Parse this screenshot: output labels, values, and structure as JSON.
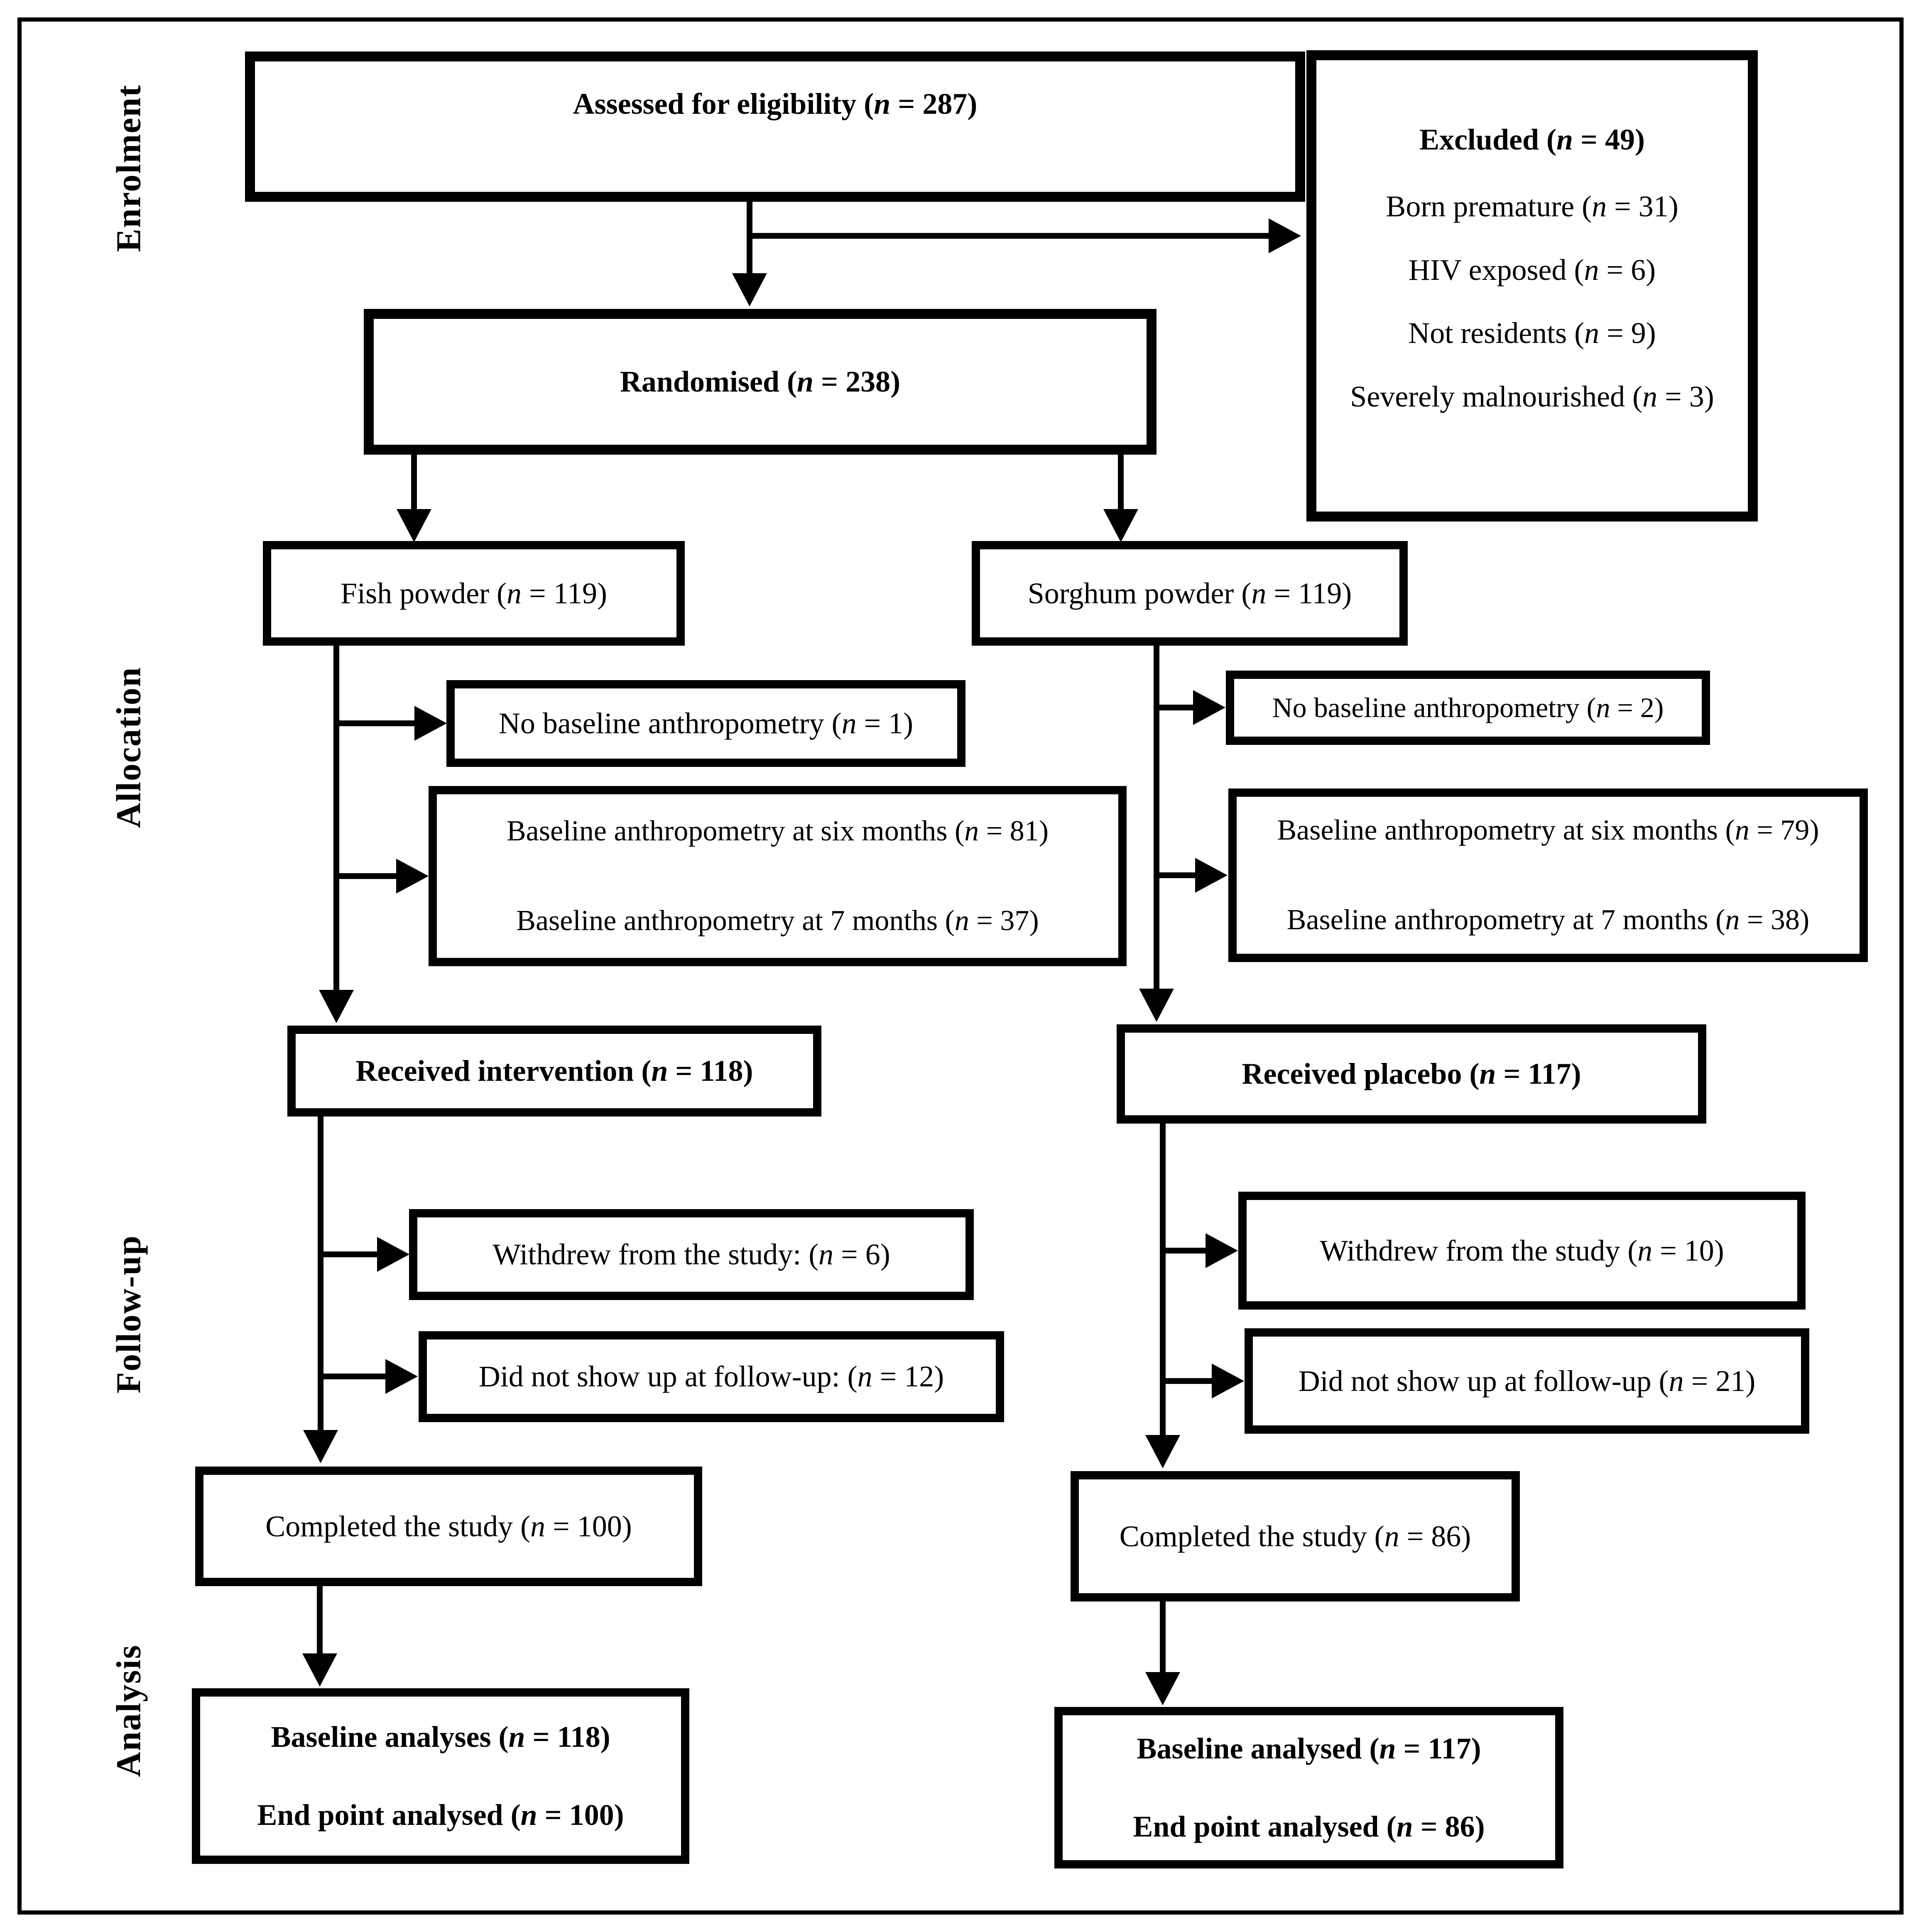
{
  "side_labels": {
    "enrolment": "Enrolment",
    "allocation": "Allocation",
    "followup": "Follow-up",
    "analysis": "Analysis"
  },
  "boxes": {
    "assessed": {
      "text": "Assessed for eligibility (n = 287)"
    },
    "excluded": {
      "title": "Excluded (n = 49)",
      "items": [
        "Born premature (n = 31)",
        "HIV exposed (n = 6)",
        "Not residents (n = 9)",
        "Severely malnourished (n = 3)"
      ]
    },
    "randomised": {
      "text": "Randomised (n = 238)"
    },
    "fish": {
      "text": "Fish powder (n = 119)"
    },
    "sorghum": {
      "text": "Sorghum powder (n = 119)"
    },
    "no_baseline_fish": {
      "text": "No baseline anthropometry (n = 1)"
    },
    "baseline_fish": {
      "line1": "Baseline anthropometry at six months (n = 81)",
      "line2": "Baseline anthropometry at 7 months (n = 37)"
    },
    "no_baseline_sorghum": {
      "text": "No baseline anthropometry (n = 2)"
    },
    "baseline_sorghum": {
      "line1": "Baseline anthropometry at six months (n = 79)",
      "line2": "Baseline anthropometry at 7 months (n = 38)"
    },
    "received_intervention": {
      "text": "Received intervention (n = 118)"
    },
    "received_placebo": {
      "text": "Received placebo (n = 117)"
    },
    "withdrew_fish": {
      "text": "Withdrew from the study: (n = 6)"
    },
    "withdrew_sorghum": {
      "text": "Withdrew from the study (n = 10)"
    },
    "no_show_fish": {
      "text": "Did not show up at follow-up: (n = 12)"
    },
    "no_show_sorghum": {
      "text": "Did not show up at follow-up (n = 21)"
    },
    "completed_fish": {
      "text": "Completed the study (n = 100)"
    },
    "completed_sorghum": {
      "text": "Completed the study (n = 86)"
    },
    "analysis_fish": {
      "line1": "Baseline analyses (n = 118)",
      "line2": "End point analysed (n = 100)"
    },
    "analysis_sorghum": {
      "line1": "Baseline analysed (n = 117)",
      "line2": "End point analysed (n = 86)"
    }
  },
  "colors": {
    "line": "#000000",
    "background": "#ffffff"
  }
}
